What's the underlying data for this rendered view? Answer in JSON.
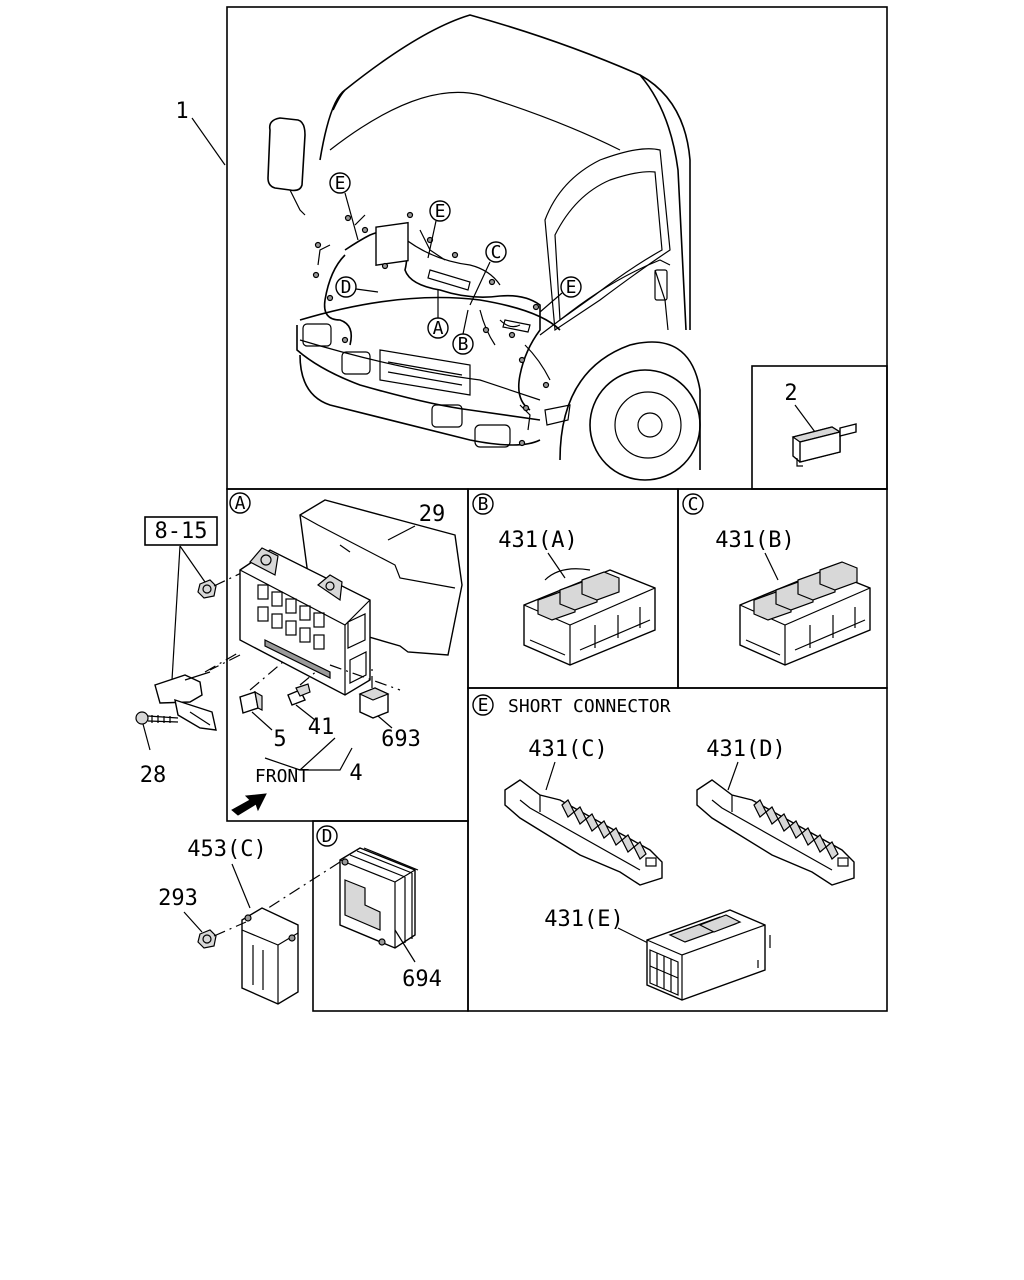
{
  "callouts": {
    "harness": "1",
    "relay": "2",
    "ref_8_15": "8-15",
    "bolt": "28",
    "cover": "29",
    "fuse": "5",
    "fuse_41": "41",
    "fuse_group": "4",
    "relay_693": "693",
    "ecu_bracket": "453(C)",
    "nut_293": "293",
    "ecu_694": "694"
  },
  "detail_letters": {
    "a": "A",
    "b": "B",
    "c": "C",
    "d": "D",
    "e": "E"
  },
  "detail_a": {
    "front_label": "FRONT"
  },
  "detail_b": {
    "part": "431(A)"
  },
  "detail_c": {
    "part": "431(B)"
  },
  "detail_e": {
    "title": "SHORT CONNECTOR",
    "part_c": "431(C)",
    "part_d": "431(D)",
    "part_e": "431(E)"
  }
}
